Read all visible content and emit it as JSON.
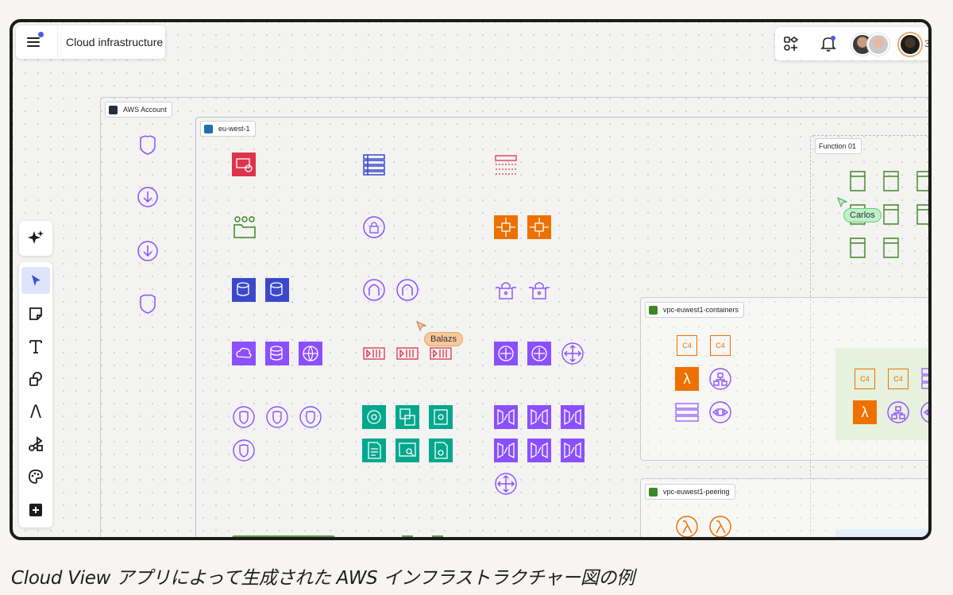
{
  "header": {
    "title": "Cloud infrastructure",
    "collaborator_count": "3"
  },
  "containers": {
    "account": "AWS Account",
    "region": "eu-west-1",
    "function": "Function 01",
    "vpc_containers": "vpc-euwest1-containers",
    "vpc_peering": "vpc-euwest1-peering"
  },
  "cursors": {
    "balazs": "Balazs",
    "carlos": "Carlos"
  },
  "chips": {
    "c4": "C4",
    "lambda": "λ"
  },
  "caption": "Cloud View アプリによって生成された AWS インフラストラクチャー図の例",
  "colors": {
    "purple": "#8c4fff",
    "orange": "#ed7100",
    "green": "#3f8624",
    "red": "#dd344c",
    "blue": "#3b48cc",
    "teal": "#01a88d",
    "accent": "#4a5ee8"
  }
}
